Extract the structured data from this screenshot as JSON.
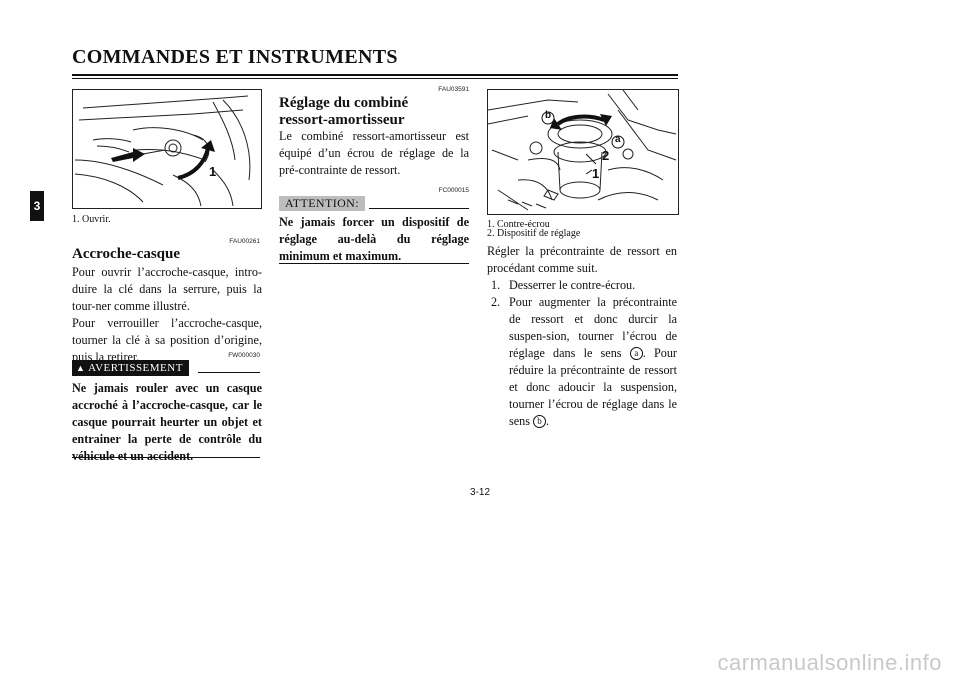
{
  "header": {
    "title": "COMMANDES ET INSTRUMENTS"
  },
  "chapter_tab": "3",
  "page_number": "3-12",
  "watermark": "carmanualsonline.info",
  "left_col": {
    "figure_callout": "1",
    "figure_caption": "1.  Ouvrir.",
    "section_code": "FAU00261",
    "heading": "Accroche-casque",
    "paragraph1": "Pour ouvrir l’accroche-casque, intro-duire la clé dans la serrure, puis la tour-ner comme illustré.",
    "paragraph2": "Pour verrouiller l’accroche-casque, tourner la clé à sa position d’origine, puis la retirer.",
    "warning_label": "AVERTISSEMENT",
    "warning_code": "FW000030",
    "warning_text": "Ne jamais rouler avec un casque accroché à l’accroche-casque, car le casque pourrait heurter un objet et entrainer la perte de contrôle du véhicule et un accident."
  },
  "middle_col": {
    "section_code": "FAU03591",
    "heading": "Réglage du combiné ressort-amortisseur",
    "paragraph": "Le combiné ressort-amortisseur est équipé d’un écrou de réglage de la pré-contrainte de ressort.",
    "attention_code": "FC000015",
    "attention_label": "ATTENTION:",
    "attention_text": "Ne jamais forcer un dispositif de réglage au-delà du réglage minimum et maximum."
  },
  "right_col": {
    "figure_labels": {
      "b": "b",
      "a": "a",
      "two": "2",
      "one": "1"
    },
    "caption_1": "1.  Contre-écrou",
    "caption_2": "2.  Dispositif de réglage",
    "intro": "Régler la précontrainte de ressort en procédant comme suit.",
    "step1_num": "1.",
    "step1_text": "Desserrer le contre-écrou.",
    "step2_num": "2.",
    "step2_part1": "Pour augmenter la précontrainte de ressort et donc durcir la suspen-sion, tourner l’écrou de réglage dans le sens",
    "step2_circ_a": "a",
    "step2_part2": ". Pour réduire la précontrainte de ressort et donc adoucir la suspension, tourner l’écrou de réglage dans le sens",
    "step2_circ_b": "b",
    "step2_end": "."
  }
}
